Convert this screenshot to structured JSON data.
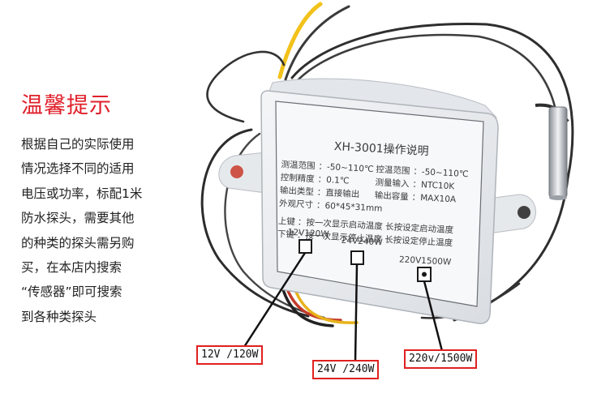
{
  "heading": "温馨提示",
  "tips_lines": [
    "根据自己的实际使用",
    "情况选择不同的适用",
    "电压或功率，标配1米",
    "防水探头，需要其他",
    "的种类的探头需另购",
    "买，在本店内搜索",
    "“传感器”即可搜索",
    "到各种类探头"
  ],
  "label": {
    "title": "XH-3001操作说明",
    "spec_rows": [
      {
        "k1": "测温范围",
        "v1": "：-50~110℃",
        "k2": "控温范围",
        "v2": "：-50~110℃"
      },
      {
        "k1": "控制精度",
        "v1": "：0.1℃",
        "k2": "测量输入",
        "v2": "：NTC10K"
      },
      {
        "k1": "输出类型",
        "v1": "：直接输出",
        "k2": "输出容量",
        "v2": "：MAX10A"
      },
      {
        "k1": "外观尺寸",
        "v1": "：60*45*31mm",
        "k2": "",
        "v2": ""
      }
    ],
    "key_rows": [
      {
        "k": "上键",
        "v": "：按一次显示启动温度  长按设定启动温度"
      },
      {
        "k": "下键",
        "v": "：按一次显示停止温度  长按设定停止温度"
      }
    ],
    "ports": [
      "12V120W",
      "24V240W",
      "220V1500W"
    ]
  },
  "callouts": [
    "12V /120W",
    "24V /240W",
    "220v/1500W"
  ],
  "colors": {
    "accent": "#e02020",
    "heading": "#e0202a",
    "device_body": "#eef0f2"
  }
}
